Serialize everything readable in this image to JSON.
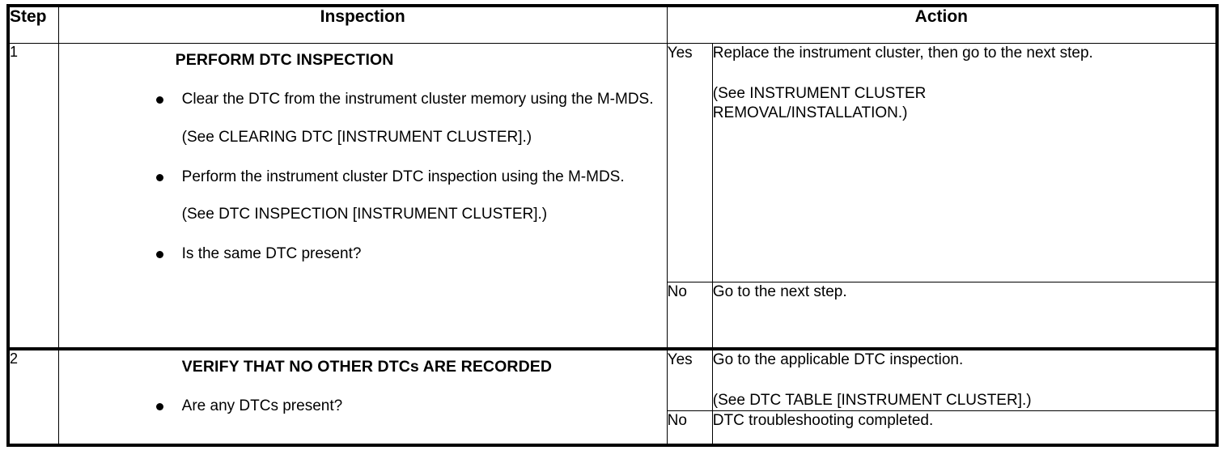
{
  "table": {
    "headers": {
      "step": "Step",
      "inspection": "Inspection",
      "action": "Action"
    },
    "rows": [
      {
        "step": "1",
        "inspection": {
          "title": "PERFORM DTC INSPECTION",
          "bullets": [
            {
              "text": "Clear the DTC from the instrument cluster memory using the M-MDS.",
              "note": "(See CLEARING DTC [INSTRUMENT CLUSTER].)"
            },
            {
              "text": "Perform the instrument cluster DTC inspection using the M-MDS.",
              "note": "(See DTC INSPECTION [INSTRUMENT CLUSTER].)"
            },
            {
              "text": "Is the same DTC present?",
              "note": ""
            }
          ]
        },
        "actions": [
          {
            "answer": "Yes",
            "primary": "Replace the instrument cluster, then go to the next step.",
            "note": "(See INSTRUMENT CLUSTER\nREMOVAL/INSTALLATION.)"
          },
          {
            "answer": "No",
            "primary": "Go to the next step.",
            "note": ""
          }
        ]
      },
      {
        "step": "2",
        "inspection": {
          "title": "VERIFY THAT NO OTHER DTCs ARE RECORDED",
          "bullets": [
            {
              "text": "Are any DTCs present?",
              "note": ""
            }
          ]
        },
        "actions": [
          {
            "answer": "Yes",
            "primary": "Go to the applicable DTC inspection.",
            "note": "(See DTC TABLE [INSTRUMENT CLUSTER].)"
          },
          {
            "answer": "No",
            "primary": "DTC troubleshooting completed.",
            "note": ""
          }
        ]
      }
    ]
  },
  "colors": {
    "border": "#000000",
    "text": "#000000",
    "background": "#ffffff"
  }
}
